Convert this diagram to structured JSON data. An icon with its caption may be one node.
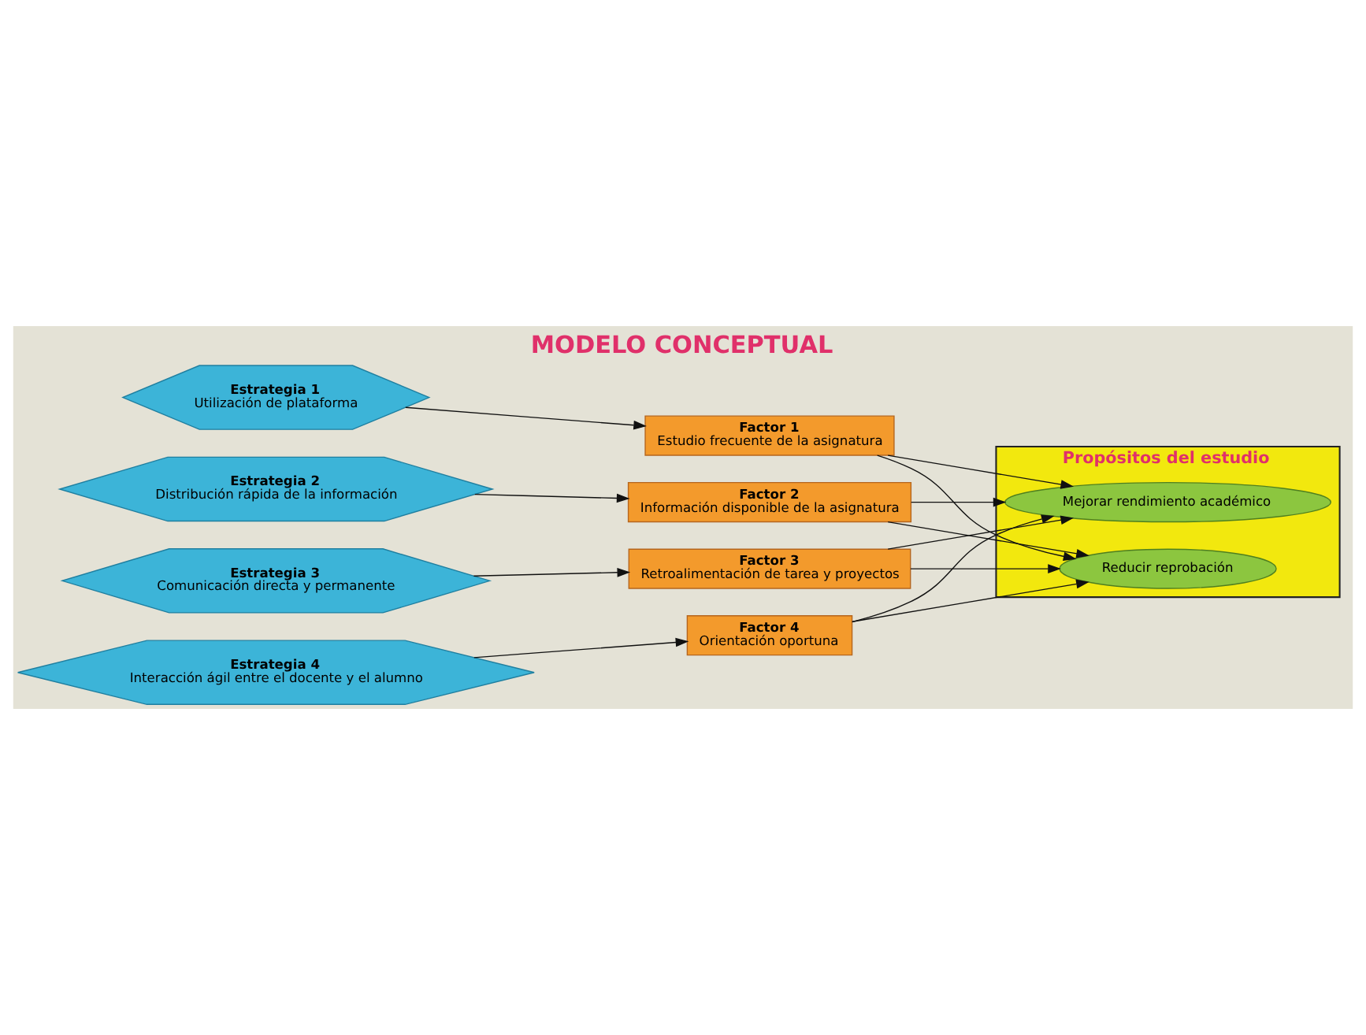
{
  "diagram": {
    "title": "MODELO CONCEPTUAL",
    "nodes": [
      {
        "text": [
          "Estrategia 1",
          "Utilización de plataforma"
        ]
      },
      {
        "text": [
          "Estrategia 2",
          "Distribución rápida de la información"
        ]
      },
      {
        "text": [
          "Estrategia 3",
          "Comunicación directa y permanente"
        ]
      },
      {
        "text": [
          "Estrategia 4",
          "Interacción ágil entre el docente y el alumno"
        ]
      },
      {
        "text": [
          "Factor 1",
          "Estudio frecuente de la asignatura"
        ]
      },
      {
        "text": [
          "Factor 2",
          "Información disponible de la asignatura"
        ]
      },
      {
        "text": [
          "Factor 3",
          "Retroalimentación de tarea y proyectos"
        ]
      },
      {
        "text": [
          "Factor 4",
          "Orientación oportuna"
        ]
      },
      {
        "text": [
          "Propósitos del estudio"
        ]
      },
      {
        "text": [
          "Mejorar rendimiento académico"
        ],
        "in": 8
      },
      {
        "text": [
          "Reducir reprobación"
        ],
        "in": 8
      }
    ],
    "edges": [
      {
        "from": 0,
        "to": 4,
        "arrow": "to"
      },
      {
        "from": 1,
        "to": 5,
        "arrow": "to"
      },
      {
        "from": 2,
        "to": 6,
        "arrow": "to"
      },
      {
        "from": 3,
        "to": 7,
        "arrow": "to"
      },
      {
        "from": 4,
        "to": 9,
        "arrow": "to"
      },
      {
        "from": 4,
        "to": 10,
        "arrow": "to"
      },
      {
        "from": 5,
        "to": 9,
        "arrow": "to"
      },
      {
        "from": 5,
        "to": 10,
        "arrow": "to"
      },
      {
        "from": 6,
        "to": 9,
        "arrow": "to"
      },
      {
        "from": 6,
        "to": 10,
        "arrow": "to"
      },
      {
        "from": 7,
        "to": 9,
        "arrow": "to"
      },
      {
        "from": 7,
        "to": 10,
        "arrow": "to"
      }
    ]
  }
}
